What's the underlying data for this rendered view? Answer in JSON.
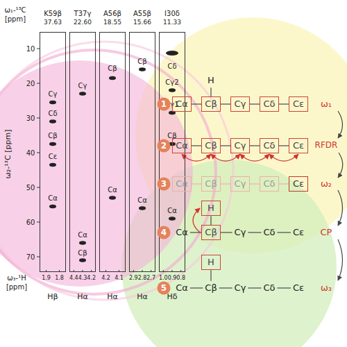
{
  "diagram": {
    "nodes": [
      {
        "text": [
          "K59β",
          "37.63",
          "Cγ",
          "Cδ",
          "Cβ",
          "Cε",
          "Cα",
          "Hβ"
        ]
      },
      {
        "text": [
          "T37γ",
          "22.60",
          "Cγ",
          "Cα",
          "Cβ",
          "Hα"
        ]
      },
      {
        "text": [
          "A56β",
          "18.55",
          "Cβ",
          "Cα",
          "Hα"
        ]
      },
      {
        "text": [
          "A55β",
          "15.66",
          "Cβ",
          "Cα",
          "Hα"
        ]
      },
      {
        "text": [
          "I30δ",
          "11.33",
          "Cδ",
          "Cγ2",
          "Cγ1",
          "Cβ",
          "Cα",
          "Hδ"
        ]
      },
      {
        "text": [
          "1"
        ]
      },
      {
        "text": [
          "Cα"
        ]
      },
      {
        "text": [
          "Cβ"
        ]
      },
      {
        "text": [
          "Cγ"
        ]
      },
      {
        "text": [
          "Cδ"
        ]
      },
      {
        "text": [
          "Cε"
        ]
      },
      {
        "text": [
          "2"
        ]
      },
      {
        "text": [
          "Cα"
        ]
      },
      {
        "text": [
          "Cβ"
        ]
      },
      {
        "text": [
          "Cγ"
        ]
      },
      {
        "text": [
          "Cδ"
        ]
      },
      {
        "text": [
          "Cε"
        ]
      },
      {
        "text": [
          "3"
        ]
      },
      {
        "text": [
          "Cα"
        ]
      },
      {
        "text": [
          "Cβ"
        ]
      },
      {
        "text": [
          "Cγ"
        ]
      },
      {
        "text": [
          "Cδ"
        ]
      },
      {
        "text": [
          "Cε"
        ]
      },
      {
        "text": [
          "4"
        ]
      },
      {
        "text": [
          "H"
        ]
      },
      {
        "text": [
          "Cβ"
        ]
      },
      {
        "text": [
          "5"
        ]
      },
      {
        "text": [
          "H"
        ]
      }
    ],
    "edges": [
      {
        "from": 6,
        "to": 7,
        "arrow": "none"
      },
      {
        "from": 7,
        "to": 8,
        "arrow": "none"
      },
      {
        "from": 8,
        "to": 9,
        "arrow": "none"
      },
      {
        "from": 9,
        "to": 10,
        "arrow": "none"
      },
      {
        "from": 12,
        "to": 13,
        "arrow": "none"
      },
      {
        "from": 13,
        "to": 14,
        "arrow": "none"
      },
      {
        "from": 14,
        "to": 15,
        "arrow": "none"
      },
      {
        "from": 15,
        "to": 16,
        "arrow": "none"
      },
      {
        "from": 12,
        "to": 13,
        "arrow": "both"
      },
      {
        "from": 13,
        "to": 14,
        "arrow": "both"
      },
      {
        "from": 14,
        "to": 15,
        "arrow": "both"
      },
      {
        "from": 15,
        "to": 16,
        "arrow": "both"
      },
      {
        "from": 18,
        "to": 19,
        "arrow": "none"
      },
      {
        "from": 19,
        "to": 20,
        "arrow": "none"
      },
      {
        "from": 20,
        "to": 21,
        "arrow": "none"
      },
      {
        "from": 21,
        "to": 22,
        "arrow": "none"
      },
      {
        "from": 24,
        "to": 25,
        "arrow": "none"
      },
      {
        "from": 25,
        "to": 24,
        "arrow": "to"
      }
    ],
    "labels": [
      "ω₁-¹³C",
      "[ppm]",
      "ω₂-¹³C [ppm]",
      "10",
      "20",
      "30",
      "40",
      "50",
      "60",
      "70",
      "ω₃-¹H",
      "[ppm]",
      "1.9",
      "1.8",
      "4.4",
      "4.3",
      "4.2",
      "4.2",
      "4.1",
      "2.9",
      "2.8",
      "2.7",
      "1.0",
      "0.9",
      "0.8",
      "H",
      "ω₁",
      "RFDR",
      "ω₂",
      "Cα",
      "Cγ",
      "Cδ",
      "Cε",
      "CP",
      "Cα",
      "Cβ",
      "Cγ",
      "Cδ",
      "Cε",
      "ω₃"
    ]
  }
}
